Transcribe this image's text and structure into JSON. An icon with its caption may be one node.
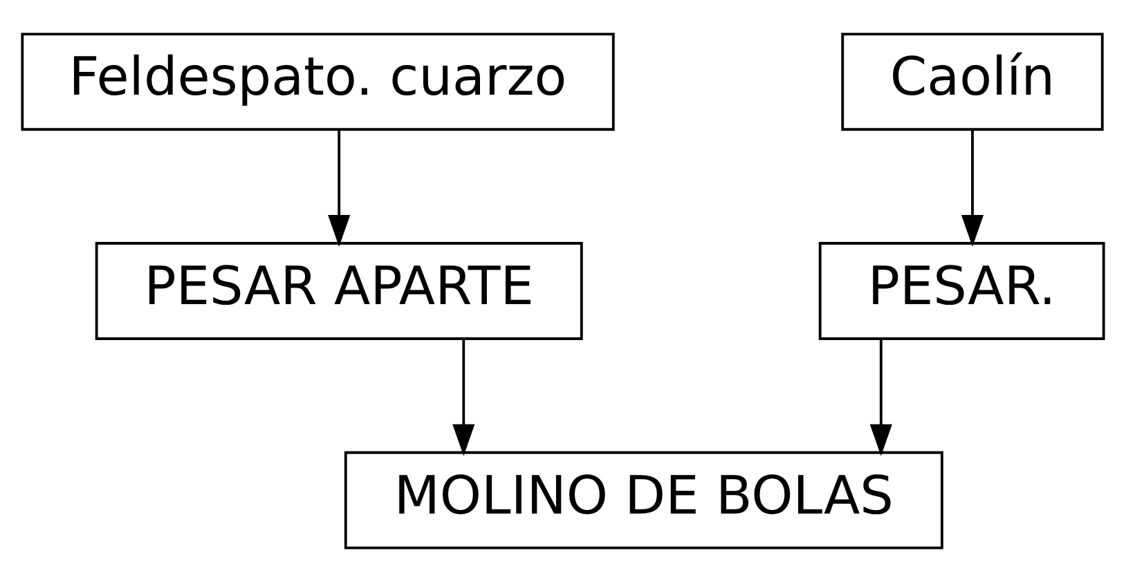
{
  "diagram": {
    "nodes": [
      {
        "text": [
          "Feldespato. cuarzo"
        ]
      },
      {
        "text": [
          "Caolín"
        ]
      },
      {
        "text": [
          "PESAR APARTE"
        ]
      },
      {
        "text": [
          "PESAR."
        ]
      },
      {
        "text": [
          "MOLINO DE BOLAS"
        ]
      }
    ],
    "edges": [
      {
        "from": 0,
        "to": 2,
        "arrow": "to"
      },
      {
        "from": 1,
        "to": 3,
        "arrow": "to"
      },
      {
        "from": 2,
        "to": 4,
        "arrow": "to"
      },
      {
        "from": 3,
        "to": 4,
        "arrow": "to"
      }
    ]
  }
}
